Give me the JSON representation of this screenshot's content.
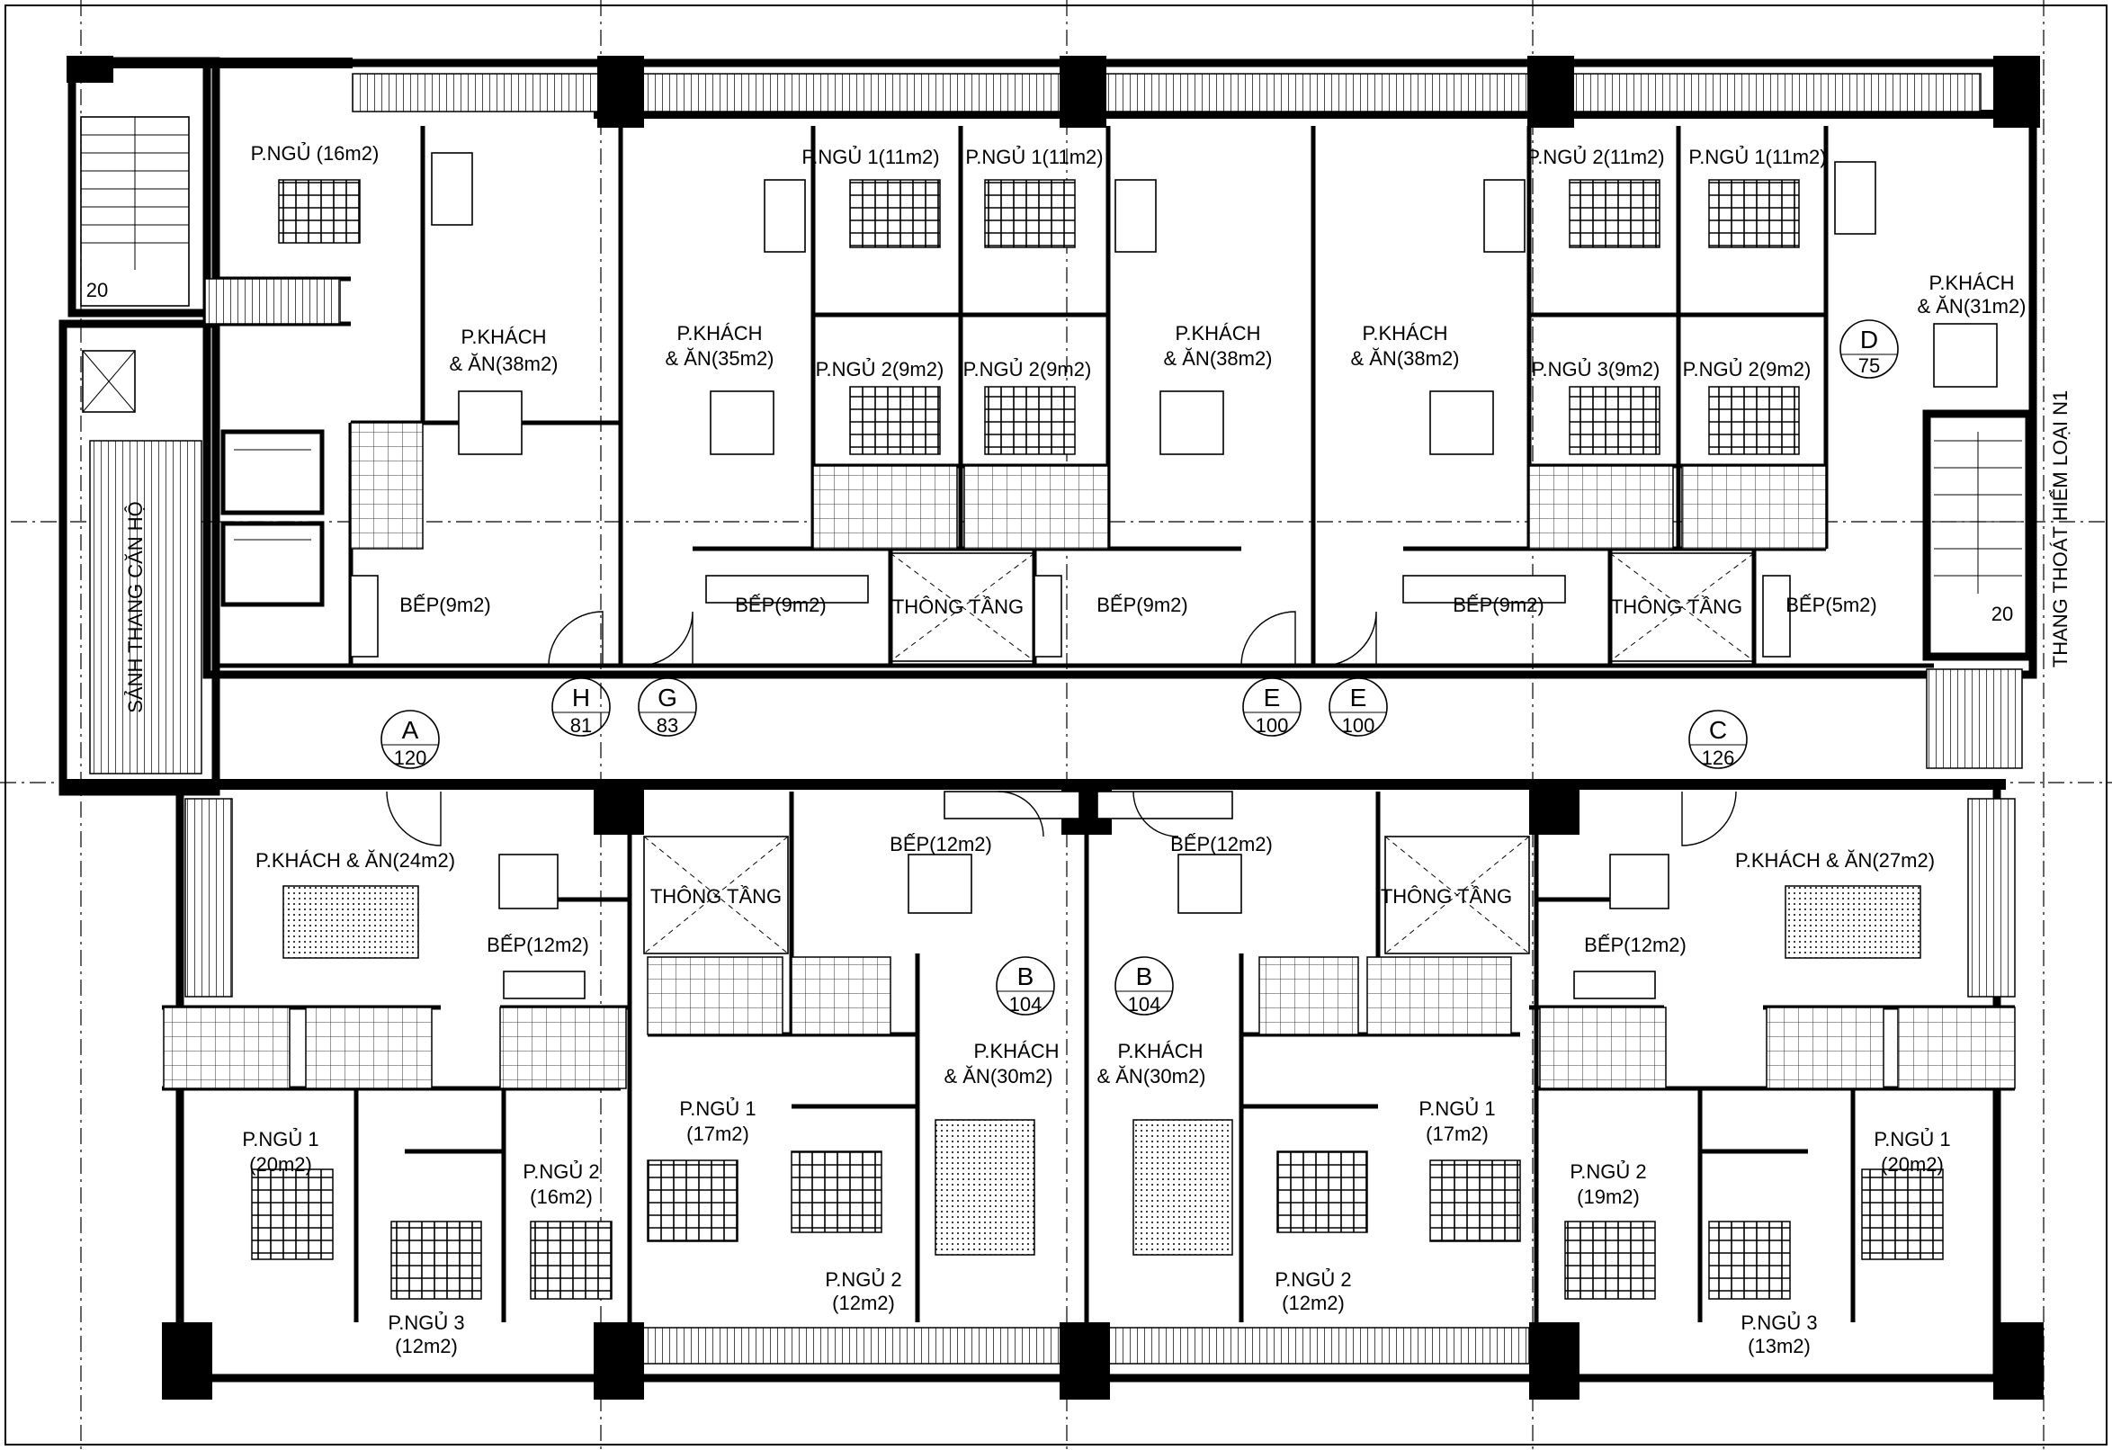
{
  "drawing": {
    "stair_labels": {
      "left_steps": "20",
      "right_steps": "20"
    },
    "vertical_labels": {
      "lobby": "SẢNH THANG CĂN HỘ",
      "fire_stair": "THANG THOÁT HIỂM LOẠI N1"
    },
    "units": [
      {
        "letter": "H",
        "area": "81"
      },
      {
        "letter": "G",
        "area": "83"
      },
      {
        "letter": "E",
        "area": "100"
      },
      {
        "letter": "E",
        "area": "100"
      },
      {
        "letter": "A",
        "area": "120"
      },
      {
        "letter": "C",
        "area": "126"
      },
      {
        "letter": "D",
        "area": "75"
      },
      {
        "letter": "B",
        "area": "104"
      },
      {
        "letter": "B",
        "area": "104"
      }
    ],
    "rooms": {
      "top": [
        {
          "lines": [
            "P.NGỦ (16m2)"
          ]
        },
        {
          "lines": [
            "P.KHÁCH",
            "& ĂN(38m2)"
          ]
        },
        {
          "lines": [
            "BẾP(9m2)"
          ]
        },
        {
          "lines": [
            "P.KHÁCH",
            "& ĂN(35m2)"
          ]
        },
        {
          "lines": [
            "BẾP(9m2)"
          ]
        },
        {
          "lines": [
            "P.NGỦ 1(11m2)"
          ]
        },
        {
          "lines": [
            "P.NGỦ 2(9m2)"
          ]
        },
        {
          "lines": [
            "P.NGỦ 1(11m2)"
          ]
        },
        {
          "lines": [
            "P.NGỦ 2(9m2)"
          ]
        },
        {
          "lines": [
            "THÔNG TẦNG"
          ]
        },
        {
          "lines": [
            "P.KHÁCH",
            "& ĂN(38m2)"
          ]
        },
        {
          "lines": [
            "BẾP(9m2)"
          ]
        },
        {
          "lines": [
            "P.KHÁCH",
            "& ĂN(38m2)"
          ]
        },
        {
          "lines": [
            "BẾP(9m2)"
          ]
        },
        {
          "lines": [
            "P.NGỦ 2(11m2)"
          ]
        },
        {
          "lines": [
            "P.NGỦ 3(9m2)"
          ]
        },
        {
          "lines": [
            "P.NGỦ 1(11m2)"
          ]
        },
        {
          "lines": [
            "P.NGỦ 2(9m2)"
          ]
        },
        {
          "lines": [
            "THÔNG TẦNG"
          ]
        },
        {
          "lines": [
            "BẾP(5m2)"
          ]
        },
        {
          "lines": [
            "P.KHÁCH",
            "& ĂN(31m2)"
          ]
        }
      ],
      "bottom": [
        {
          "lines": [
            "P.KHÁCH & ĂN(24m2)"
          ]
        },
        {
          "lines": [
            "BẾP(12m2)"
          ]
        },
        {
          "lines": [
            "P.NGỦ 1",
            "(20m2)"
          ]
        },
        {
          "lines": [
            "P.NGỦ 2",
            "(16m2)"
          ]
        },
        {
          "lines": [
            "P.NGỦ 3",
            "(12m2)"
          ]
        },
        {
          "lines": [
            "THÔNG TẦNG"
          ]
        },
        {
          "lines": [
            "BẾP(12m2)"
          ]
        },
        {
          "lines": [
            "P.KHÁCH",
            "& ĂN(30m2)"
          ]
        },
        {
          "lines": [
            "P.NGỦ 1",
            "(17m2)"
          ]
        },
        {
          "lines": [
            "P.NGỦ 2",
            "(12m2)"
          ]
        },
        {
          "lines": [
            "BẾP(12m2)"
          ]
        },
        {
          "lines": [
            "THÔNG TẦNG"
          ]
        },
        {
          "lines": [
            "P.KHÁCH",
            "& ĂN(30m2)"
          ]
        },
        {
          "lines": [
            "P.NGỦ 1",
            "(17m2)"
          ]
        },
        {
          "lines": [
            "P.NGỦ 2",
            "(12m2)"
          ]
        },
        {
          "lines": [
            "BẾP(12m2)"
          ]
        },
        {
          "lines": [
            "P.KHÁCH & ĂN(27m2)"
          ]
        },
        {
          "lines": [
            "P.NGỦ 2",
            "(19m2)"
          ]
        },
        {
          "lines": [
            "P.NGỦ 1",
            "(20m2)"
          ]
        },
        {
          "lines": [
            "P.NGỦ 3",
            "(13m2)"
          ]
        }
      ]
    }
  }
}
